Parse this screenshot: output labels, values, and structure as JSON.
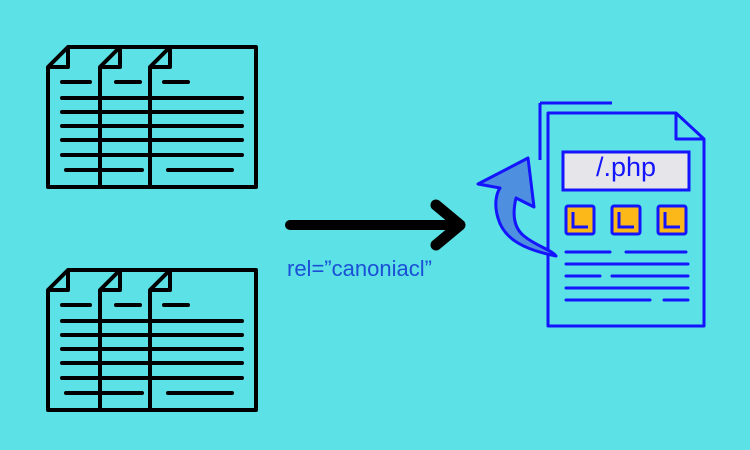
{
  "arrow_label": "rel=”canoniacl”",
  "target_page": {
    "url_label": "/.php",
    "colors": {
      "outline": "#1414ff",
      "fill": "#5ce1e6",
      "url_bar": "#e6e6ea",
      "tile": "#fbb818"
    }
  },
  "duplicate_groups": [
    {
      "name": "duplicate-pages-top",
      "pages": 3
    },
    {
      "name": "duplicate-pages-bottom",
      "pages": 3
    }
  ],
  "colors": {
    "background": "#5ce1e6",
    "doc_stroke": "#000000",
    "main_arrow": "#000000",
    "redirect_arrow": "#4f8fe0",
    "redirect_arrow_stroke": "#1414ff",
    "label_text": "#1a4fd6"
  },
  "icons": [
    "document-stack-icon",
    "arrow-right-icon",
    "curved-arrow-icon",
    "php-document-icon",
    "tile-icon"
  ]
}
